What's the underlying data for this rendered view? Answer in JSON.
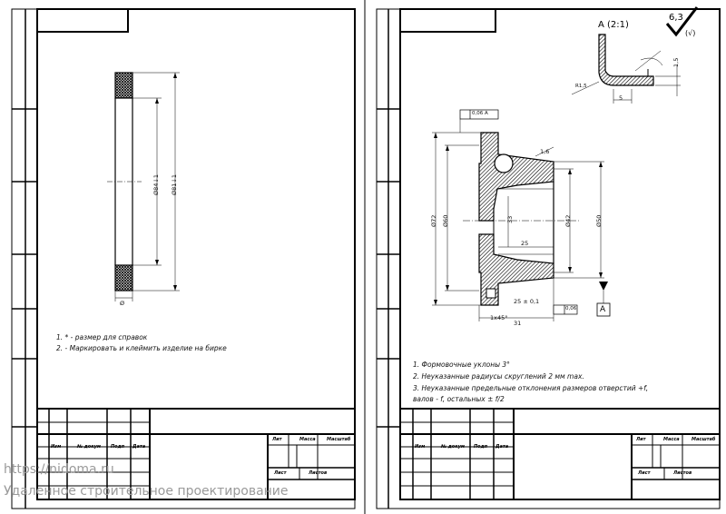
{
  "top_stamp": "",
  "left_sheet": {
    "notes": [
      "1. * - размер для справок",
      "2. - Маркировать и клеймить изделие на бирке"
    ],
    "dims": {
      "d_inner": "Ø84↓1",
      "d_outer": "Ø81↓1",
      "width": "Ø"
    },
    "title_block": {
      "col1": "Изм",
      "col2": "№ докум",
      "col3": "Подп",
      "col4": "Дата",
      "lit": "Лит",
      "mass": "Масса",
      "scale": "Масштаб",
      "sheet": "Лист",
      "sheets": "Листов"
    }
  },
  "right_sheet": {
    "view_label": "A (2:1)",
    "roughness": "6,3",
    "roughness_suffix": "(√)",
    "datum": "A",
    "notes": [
      "1. Формовочные уклоны 3°",
      "2. Неуказанные радиусы скруглений 2 мм max.",
      "3. Неуказанные предельные отклонения размеров отверстий +f,",
      "валов - f, остальных ± f/2"
    ],
    "dims": {
      "d72": "Ø72",
      "d60": "Ø60",
      "d42": "Ø42",
      "d50": "Ø50",
      "l33": "33",
      "l25": "25",
      "l31": "31",
      "l25b": "25 ± 0,1",
      "r16": "1,6",
      "c1x45": "1х45°",
      "tol": "0,06",
      "tol2": "0,06  A",
      "detail5": "5",
      "detail15": "1,5",
      "detail_r": "R1,5"
    },
    "title_block": {
      "col1": "Изм",
      "col2": "№ докум",
      "col3": "Подп",
      "col4": "Дата",
      "lit": "Лит",
      "mass": "Масса",
      "scale": "Масштаб",
      "sheet": "Лист",
      "sheets": "Листов"
    }
  },
  "watermark": {
    "url": "https://nidoma.ru",
    "tagline": "Удаленное строительное проектирование"
  }
}
